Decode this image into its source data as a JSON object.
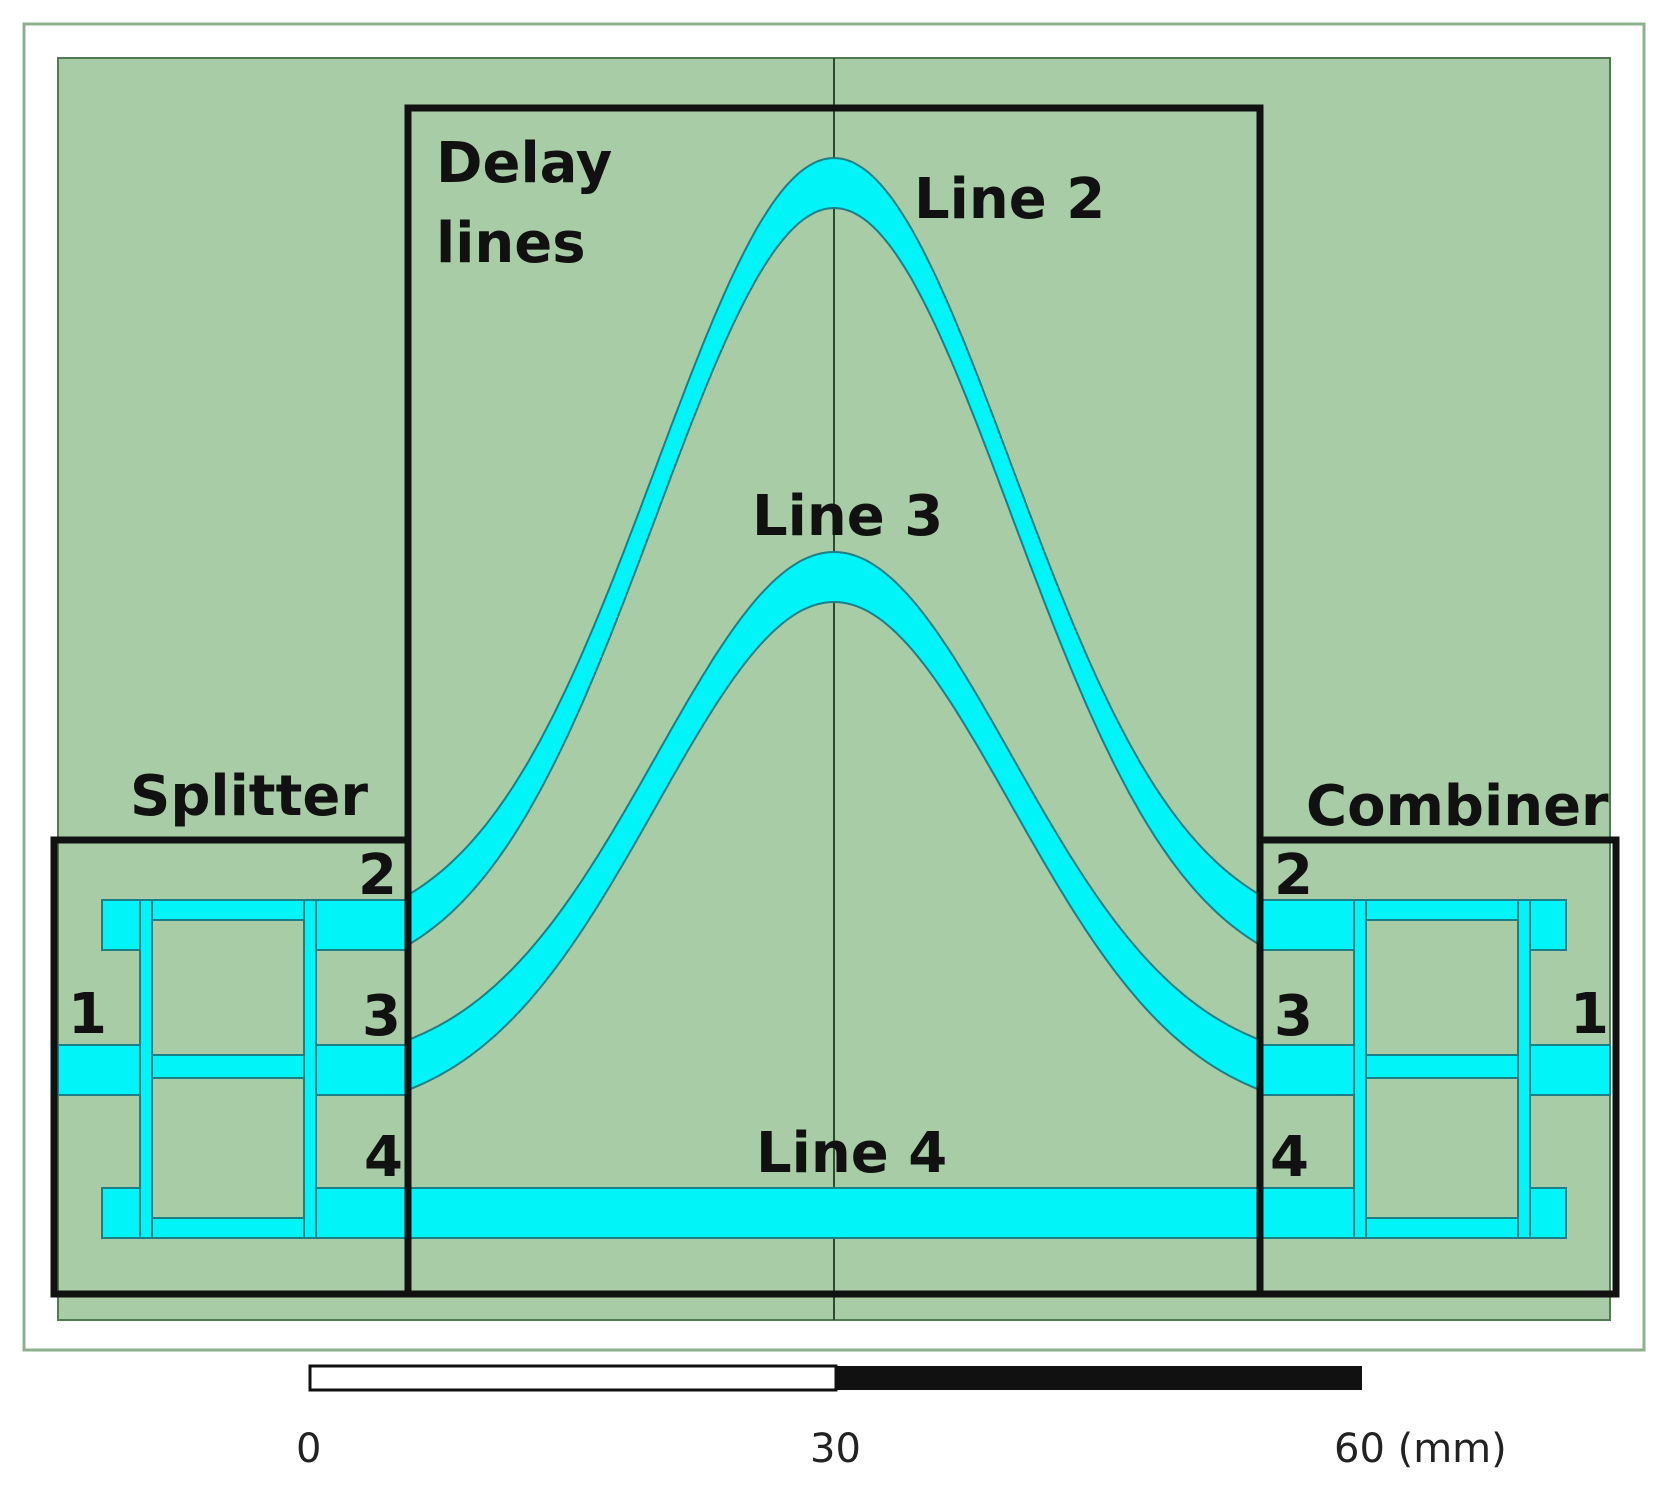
{
  "colors": {
    "substrate": "#a8cca6",
    "substrate_border": "#4f7a52",
    "outer_frame": "#8fb08f",
    "trace": "#00f4f8",
    "trace_edge": "#1a7f86",
    "box": "#111111",
    "scale_dark": "#111111",
    "scale_light": "#ffffff"
  },
  "labels": {
    "splitter": "Splitter",
    "combiner": "Combiner",
    "delay_line_1": "Delay",
    "delay_line_2": "lines",
    "line2": "Line 2",
    "line3": "Line 3",
    "line4": "Line 4"
  },
  "ports": {
    "splitter": {
      "p1": "1",
      "p2": "2",
      "p3": "3",
      "p4": "4"
    },
    "combiner": {
      "p1": "1",
      "p2": "2",
      "p3": "3",
      "p4": "4"
    }
  },
  "scale_bar": {
    "tick_0": "0",
    "tick_30": "30",
    "tick_60": "60 (mm)"
  }
}
